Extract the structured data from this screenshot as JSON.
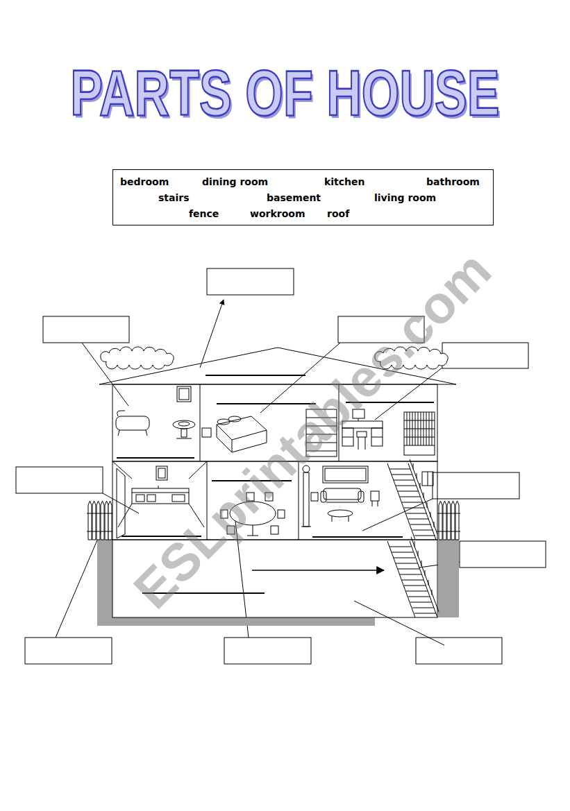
{
  "diagram": {
    "title": "PARTS OF HOUSE",
    "nodes": [
      {
        "text": [
          "bedroom",
          "dining room",
          "kitchen",
          "bathroom",
          "stairs",
          "basement",
          "living room",
          "fence",
          "workroom",
          "roof"
        ]
      }
    ],
    "labels": [
      "ESLprintables.com"
    ]
  }
}
